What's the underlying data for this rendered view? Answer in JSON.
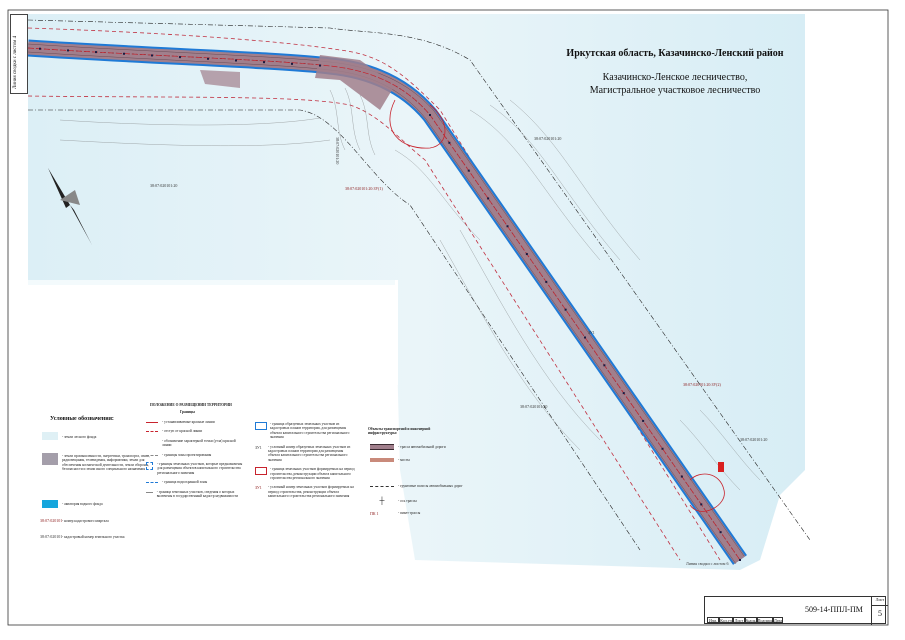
{
  "title": {
    "region": "Иркутская область, Казачинско-Ленский район",
    "line2": "Казачинско-Ленское лесничество,",
    "line3": "Магистральное участковое лесничество"
  },
  "side_strip": "Линия сводки с листом 4",
  "match_line": "Линия сводки с листом 6",
  "cadastre_labels": {
    "west_block": "38:07:020101:20",
    "upper_block": "38:07:020101:20",
    "plot1": "38:07:020101:20:ЗУ(1)",
    "east_block": "38:07:020101:20",
    "lower_block": "38:07:020101:20",
    "plot2": "38:07:020101:20:ЗУ(2)",
    "plot3": "38:07:020101:20",
    "zone": "ЗУ1"
  },
  "legend_left": {
    "title": "Условные обозначения:",
    "items": [
      {
        "label": "- земли лесного фонда",
        "color": "#dff0f5"
      },
      {
        "label": "- земли промышленности, энергетики, транспорта, связи, радиовещания, телевидения, информатики, земли для обеспечения космической деятельности, земли обороны, безопасности и земли иного специального назначения",
        "color": "#a49eaa"
      },
      {
        "label": "- акватория водного фонда",
        "color": "#16a6dd"
      },
      {
        "label": "- номер кадастрового квартала",
        "code": "38:07:020101"
      },
      {
        "label": "- кадастровый номер земельного участка",
        "code": "38:07:020101"
      }
    ]
  },
  "legend_middle": {
    "title": "ПОЛОЖЕНИЕ О РАЗМЕЩЕНИИ ТЕРРИТОРИИ",
    "subtitle": "Границы",
    "items": [
      "- устанавливаемые красные линии",
      "- отступ от красной линии",
      "- обозначение характерной точки (угла) красной линии",
      "- границы зоны проектирования",
      "- границы земельных участков, которые предназначены для размещения объектов капитального строительства регионального значения",
      "- граница водоохранной зоны",
      "- граница земельных участков, сведения о которых включены в государственный кадастр недвижимости"
    ],
    "col2": [
      "- граница образуемых земельных участков из кадастровых планов территории, для размещения объекта капитального строительства регионального значения",
      "- условный номер образуемых земельных участков из кадастровых планов территории для размещения объекта капитального строительства регионального значения",
      "- граница земельных участков формируемых на период строительства, реконструкции объекта капитального строительства регионального значения",
      "- условный номер земельных участков формируемых на период строительства, реконструкции объекта капитального строительства регионального значения"
    ],
    "col2_code1": "ЗУ1",
    "col2_code2": "ЗУ1"
  },
  "legend_right": {
    "title": "Объекты транспортной и инженерной инфраструктуры:",
    "items": [
      "- трасса автомобильной дороги",
      "- мосты",
      "- грунтовые полосы автомобильных дорог",
      "- ось трассы",
      "- пикет трассы"
    ],
    "picket_code": "ПК 1"
  },
  "title_block": {
    "code": "509-14-ППЛ-ПМ",
    "sheet_label": "Лист",
    "sheet_number": "5",
    "cols": [
      "Изм.",
      "Кол.уч",
      "Лист",
      "№док.",
      "Подпись",
      "Дата"
    ]
  }
}
